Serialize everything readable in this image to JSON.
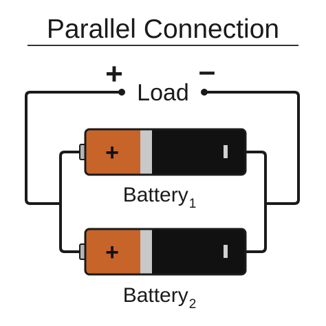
{
  "title": "Parallel Connection",
  "load": {
    "label": "Load",
    "positive_symbol": "+",
    "negative_symbol": "–"
  },
  "batteries": [
    {
      "name": "Battery",
      "subscript": "1",
      "positive_mark": "+",
      "negative_mark": "|"
    },
    {
      "name": "Battery",
      "subscript": "2",
      "positive_mark": "+",
      "negative_mark": "|"
    }
  ],
  "colors": {
    "text": "#1a1a1a",
    "wire": "#1a1a1a",
    "battery_positive": "#c7642a",
    "battery_band": "#c8c8c8",
    "battery_body": "#111111",
    "battery_cap": "#b5b5b5",
    "title_rule": "#333333"
  }
}
